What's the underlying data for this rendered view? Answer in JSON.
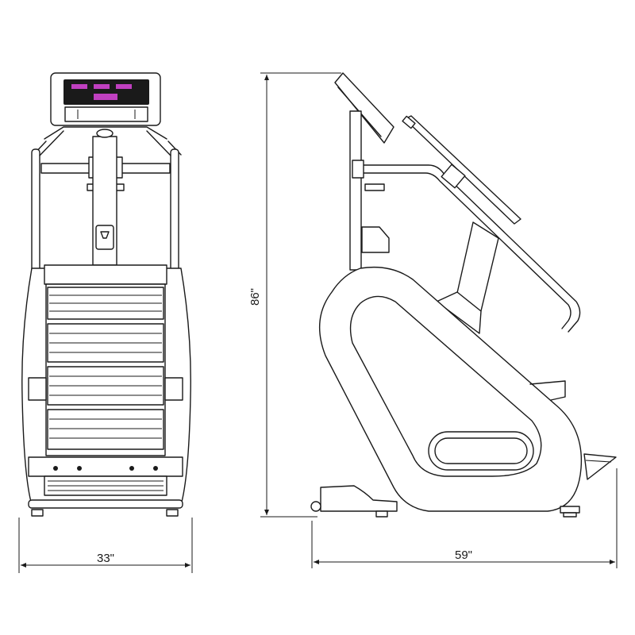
{
  "dimensions": {
    "width_label": "33\"",
    "height_label": "86\"",
    "depth_label": "59\""
  },
  "colors": {
    "line": "#1a1a1a",
    "console_accent": "#c040c0",
    "background": "#ffffff"
  }
}
